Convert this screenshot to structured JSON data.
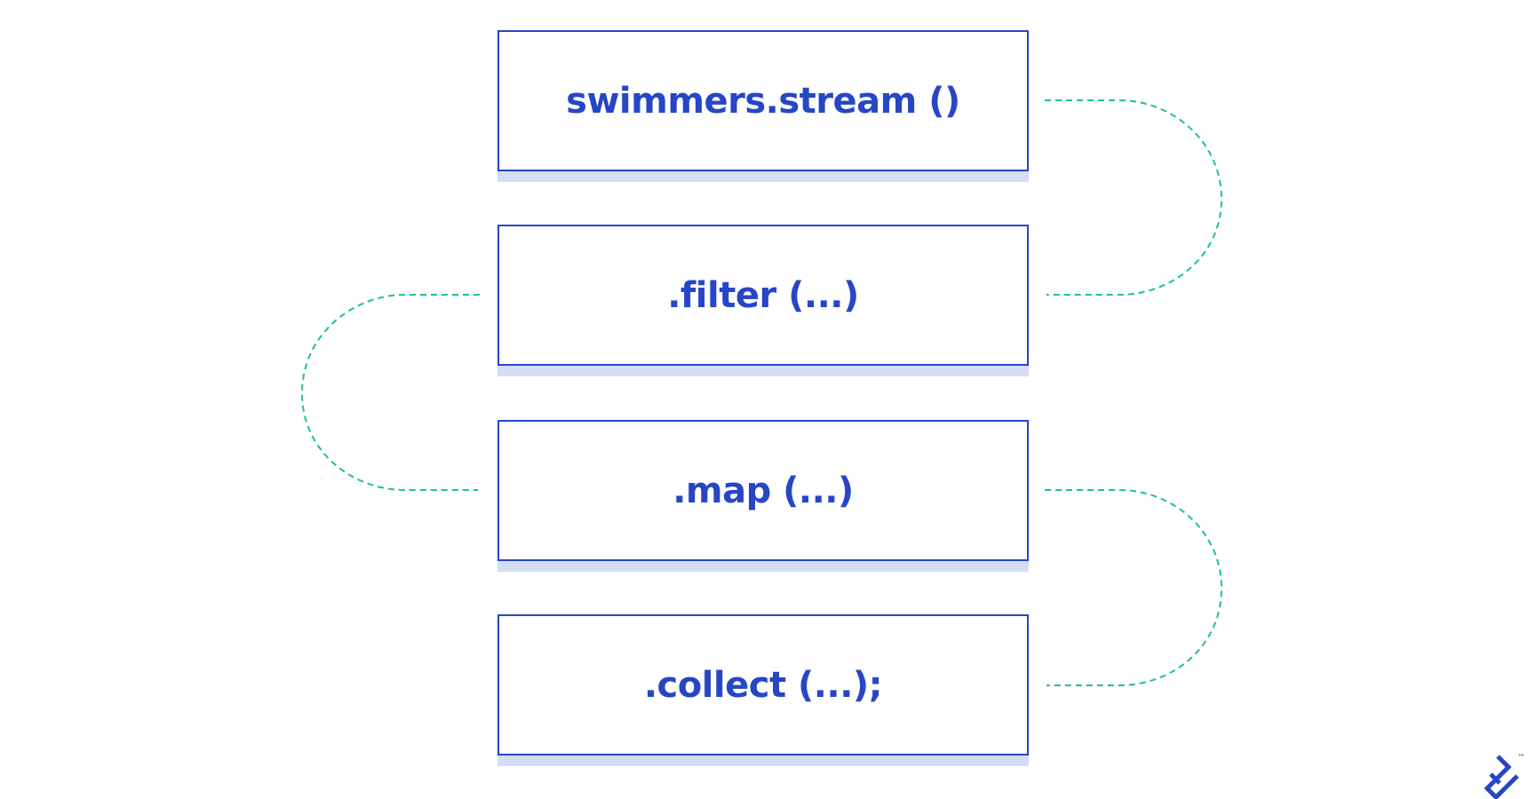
{
  "steps": [
    {
      "label": "swimmers.stream ()"
    },
    {
      "label": ".filter (...)"
    },
    {
      "label": ".map (...)"
    },
    {
      "label": ".collect (...);"
    }
  ],
  "colors": {
    "box_border": "#2746c6",
    "box_text": "#2746c6",
    "box_shadow": "#d5ddf5",
    "connector": "#1fc18a",
    "logo": "#2746c6"
  },
  "logo": {
    "icon": "toptal-logo-icon",
    "trademark": "™"
  }
}
